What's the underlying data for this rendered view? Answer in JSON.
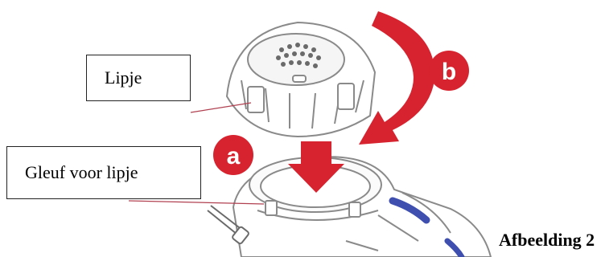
{
  "callouts": {
    "tab": "Lipje",
    "slot": "Gleuf voor lipje"
  },
  "steps": {
    "a": "a",
    "b": "b"
  },
  "caption": "Afbeelding 2",
  "colors": {
    "accent_red": "#d7232f",
    "outline": "#8a8a8a",
    "blue_band": "#3e4fb0"
  }
}
